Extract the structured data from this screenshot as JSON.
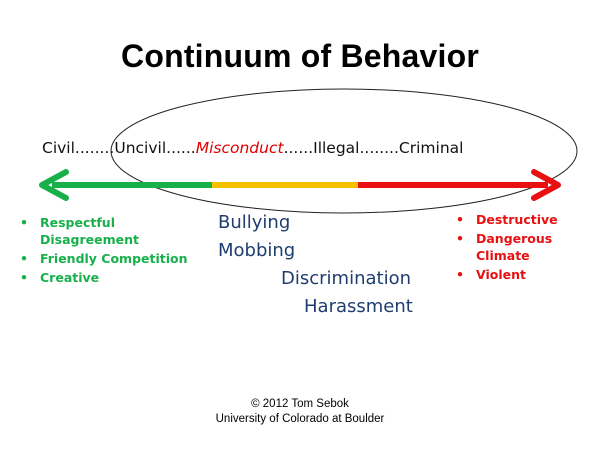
{
  "title": "Continuum of Behavior",
  "continuum": {
    "civil": "Civil",
    "dots1": "........",
    "uncivil": "Uncivil",
    "dots2": "......",
    "misconduct": "Misconduct",
    "dots3": "......",
    "illegal": "Illegal",
    "dots4": "........",
    "criminal": "Criminal"
  },
  "left_list": {
    "items": [
      {
        "bullet": "•",
        "text": "Respectful Disagreement"
      },
      {
        "bullet": "•",
        "text": "Friendly Competition"
      },
      {
        "bullet": "•",
        "text": "Creative"
      }
    ]
  },
  "middle_terms": [
    "Bullying",
    "Mobbing",
    "Discrimination",
    "Harassment"
  ],
  "right_list": {
    "items": [
      {
        "bullet": "•",
        "text": "Destructive"
      },
      {
        "bullet": "•",
        "text": "Dangerous Climate"
      },
      {
        "bullet": "•",
        "text": "Violent"
      }
    ]
  },
  "footer": {
    "copyright": "© 2012 Tom Sebok",
    "institution": "University of Colorado at Boulder"
  },
  "colors": {
    "green": "#17b04a",
    "yellow": "#f5c000",
    "red": "#e81010",
    "navy": "#1f3d6e",
    "misconduct": "#e00000"
  }
}
